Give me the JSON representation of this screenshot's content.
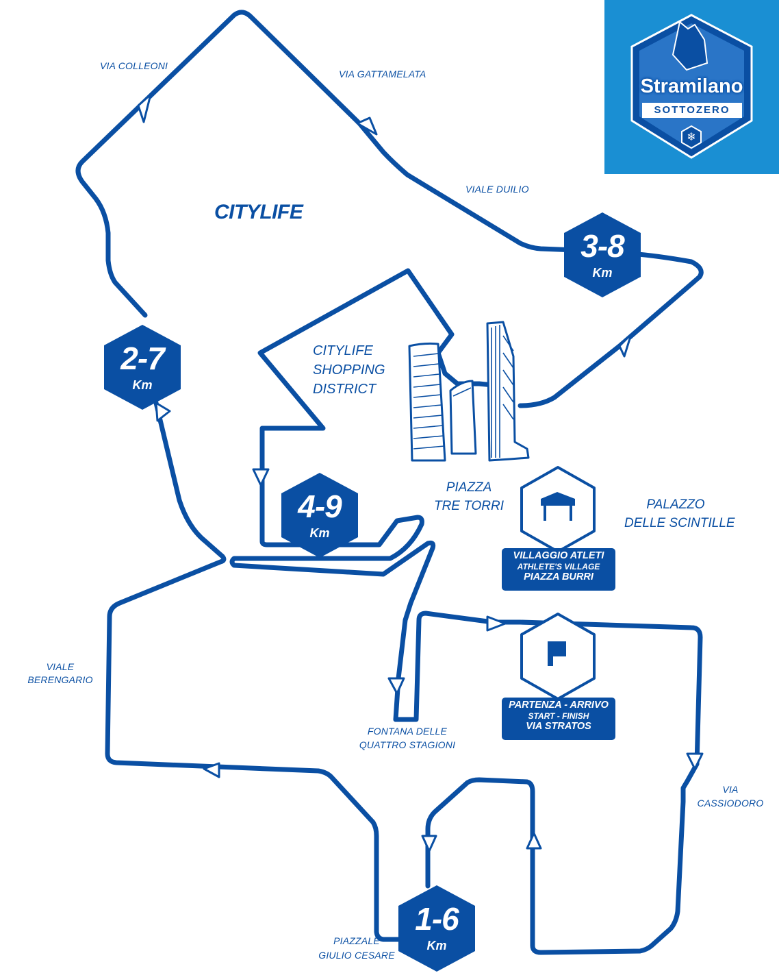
{
  "logo": {
    "brand": "Stramilano",
    "sub": "SOTTOZERO",
    "icons": [
      "glove-icon",
      "snowflake-icon"
    ],
    "colors": {
      "background": "#1a8fd3",
      "dark": "#0a4fa3"
    }
  },
  "colors": {
    "route": "#0a4fa3",
    "background": "#ffffff"
  },
  "streets": {
    "via_colleoni": "VIA COLLEONI",
    "via_gattamelata": "VIA GATTAMELATA",
    "viale_duilio": "VIALE DUILIO",
    "viale_berengario": [
      "VIALE",
      "BERENGARIO"
    ],
    "via_cassiodoro": [
      "VIA",
      "CASSIODORO"
    ],
    "fontana": [
      "FONTANA DELLE",
      "QUATTRO STAGIONI"
    ],
    "piazzale": [
      "PIAZZALE",
      "GIULIO CESARE"
    ]
  },
  "areas": {
    "citylife": "CITYLIFE",
    "shopping": [
      "CITYLIFE",
      "SHOPPING",
      "DISTRICT"
    ],
    "tre_torri": [
      "PIAZZA",
      "TRE TORRI"
    ],
    "palazzo": [
      "PALAZZO",
      "DELLE SCINTILLE"
    ]
  },
  "km_markers": [
    {
      "value": "1-6",
      "unit": "Km"
    },
    {
      "value": "2-7",
      "unit": "Km"
    },
    {
      "value": "3-8",
      "unit": "Km"
    },
    {
      "value": "4-9",
      "unit": "Km"
    }
  ],
  "village": {
    "icon": "tent-icon",
    "line1": "VILLAGGIO ATLETI",
    "line2": "ATHLETE'S VILLAGE",
    "line3": "PIAZZA BURRI"
  },
  "start_finish": {
    "icon": "flag-icon",
    "line1": "PARTENZA - ARRIVO",
    "line2": "START - FINISH",
    "line3": "VIA STRATOS"
  }
}
